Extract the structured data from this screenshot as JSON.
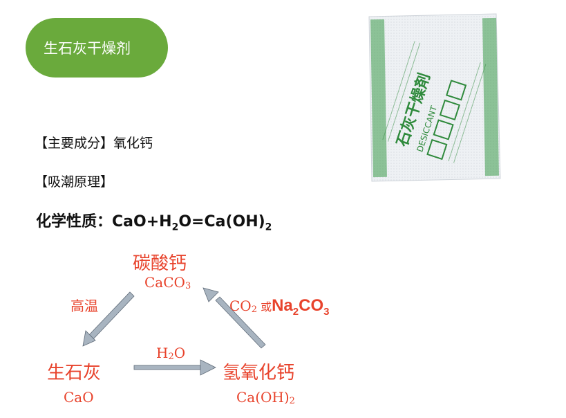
{
  "title_pill": "生石灰干燥剂",
  "main_component": "【主要成分】氧化钙",
  "principle_heading": "【吸潮原理】",
  "chemical_property": {
    "label": "化学性质：",
    "eq_a": "CaO+H",
    "eq_sub1": "2",
    "eq_b": "O=Ca(OH)",
    "eq_sub2": "2"
  },
  "packet": {
    "brand_text": "石灰干燥剤",
    "label_text": "DESICCANT",
    "colors": {
      "border": "#3c9a4a",
      "body": "#eef1f4"
    }
  },
  "diagram": {
    "caco3_cn": "碳酸钙",
    "caco3_en_a": "CaCO",
    "caco3_en_sub": "3",
    "high_temp": "高温",
    "co2_a": "CO",
    "co2_sub": "2",
    "or_text": "或",
    "na2co3_a": "Na",
    "na2co3_sub1": "2",
    "na2co3_b": "CO",
    "na2co3_sub2": "3",
    "cao_cn": "生石灰",
    "cao_en": "CaO",
    "h2o_a": "H",
    "h2o_sub": "2",
    "h2o_b": "O",
    "caoh2_cn": "氢氧化钙",
    "caoh2_en_a": "Ca(OH)",
    "caoh2_en_sub": "2",
    "colors": {
      "text": "#e8432c",
      "arrow": "#a8b4c0"
    }
  }
}
